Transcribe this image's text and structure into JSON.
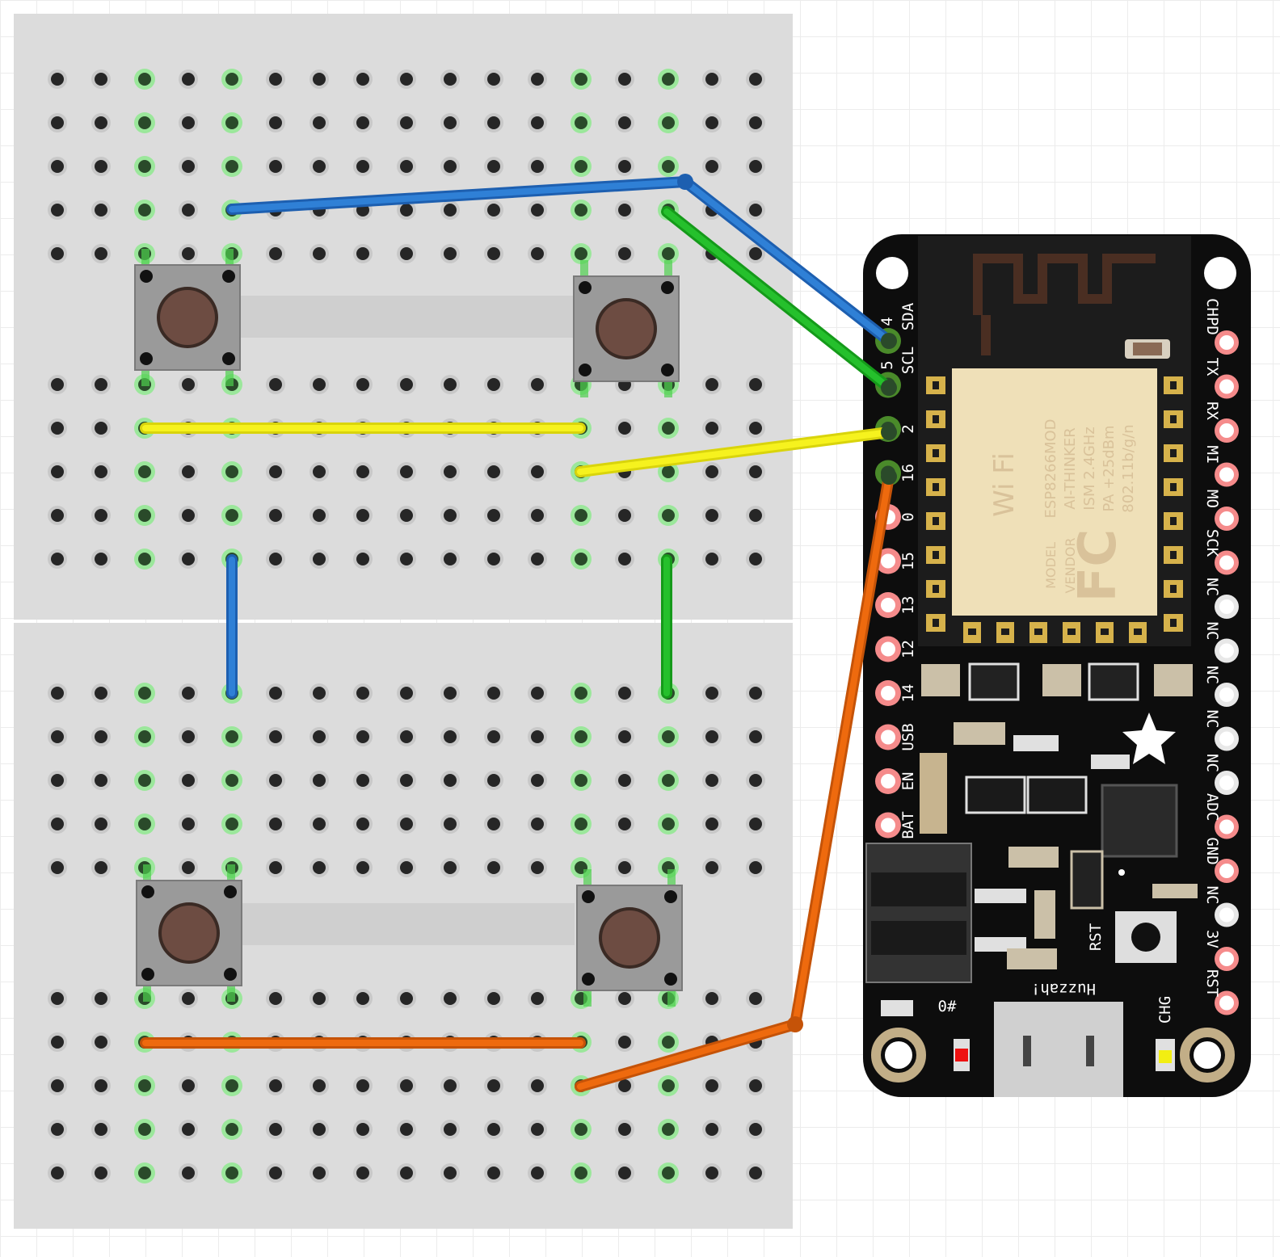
{
  "colors": {
    "breadboard": "#dcdcdc",
    "board": "#0d0d0d",
    "module": "#efe0b8",
    "wire_blue": "#2673c9",
    "wire_green": "#1fb325",
    "wire_yellow": "#f2ee12",
    "wire_orange": "#e6650a",
    "button_cap": "#6d4c42",
    "pin_pink": "#f58b8b"
  },
  "board": {
    "left_pins": [
      "SDA",
      "SCL",
      "2",
      "16",
      "0",
      "15",
      "13",
      "12",
      "14",
      "USB",
      "EN",
      "BAT"
    ],
    "left_pin_numbers": [
      "4",
      "5"
    ],
    "right_pins": [
      "CHPD",
      "TX",
      "RX",
      "MI",
      "MO",
      "SCK",
      "NC",
      "NC",
      "NC",
      "NC",
      "NC",
      "ADC",
      "GND",
      "NC",
      "3V",
      "RST"
    ],
    "rst_label": "RST",
    "chg_label": "CHG",
    "led_label": "0#",
    "brand": "Huzzah!",
    "module_text": [
      "ESP8266MOD",
      "AI-THINKER",
      "ISM 2.4GHz",
      "PA +25dBm",
      "802.11b/g/n"
    ],
    "module_small": [
      "MODEL",
      "VENDOR"
    ],
    "wifi_text": "Wi Fi",
    "fc_text": "FC"
  }
}
